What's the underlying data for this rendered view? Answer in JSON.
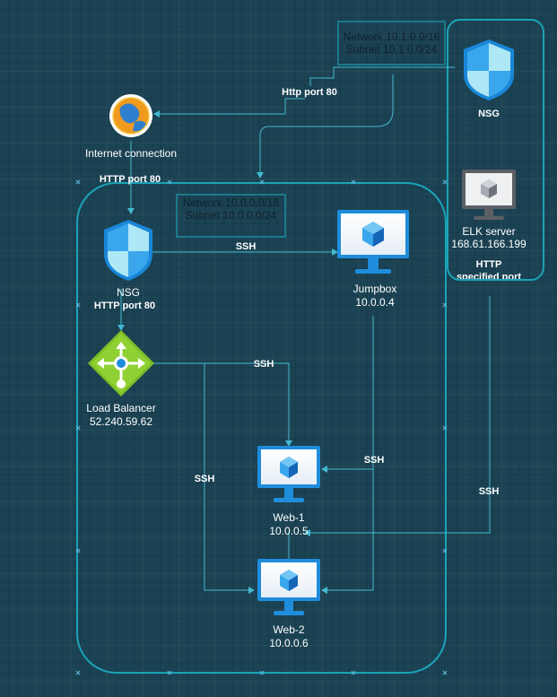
{
  "colors": {
    "background": "#1b4354",
    "container_stroke": "#1aa3b8",
    "line": "#44b9d1",
    "label_text": "#ffffff",
    "vm_blue": "#1f8ddc",
    "lb_green": "#7dbf28"
  },
  "zones": {
    "elk_network": {
      "network": "Network 10.1.0.0/16",
      "subnet": "Subnet 10.1.0.0/24"
    },
    "web_network": {
      "network": "Network 10.0.0.0/16",
      "subnet": "Subnet 10.0.0.0/24"
    }
  },
  "nodes": {
    "internet": {
      "name": "Internet connection",
      "icon": "internet-globe-icon"
    },
    "nsg_web": {
      "name": "NSG",
      "detail": "HTTP port 80",
      "icon": "nsg-shield-icon"
    },
    "nsg_elk": {
      "name": "NSG",
      "icon": "nsg-shield-icon"
    },
    "load_balancer": {
      "name": "Load Balancer",
      "ip": "52.240.59.62",
      "icon": "load-balancer-icon"
    },
    "jumpbox": {
      "name": "Jumpbox",
      "ip": "10.0.0.4",
      "icon": "vm-monitor-icon"
    },
    "web1": {
      "name": "Web-1",
      "ip": "10.0.0.5",
      "icon": "vm-monitor-icon"
    },
    "web2": {
      "name": "Web-2",
      "ip": "10.0.0.6",
      "icon": "vm-monitor-icon"
    },
    "elk": {
      "name": "ELK server",
      "ip": "168.61.166.199",
      "detail_line1": "HTTP",
      "detail_line2": "specified port",
      "icon": "vm-monitor-gray-icon"
    }
  },
  "edges": {
    "internet_nsg": "HTTP port 80",
    "elk_http": "Http port 80",
    "nsg_jumpbox": "SSH",
    "lb_web1": "SSH",
    "lb_web2": "SSH",
    "jump_web1": "SSH",
    "elk_ssh": "SSH"
  }
}
